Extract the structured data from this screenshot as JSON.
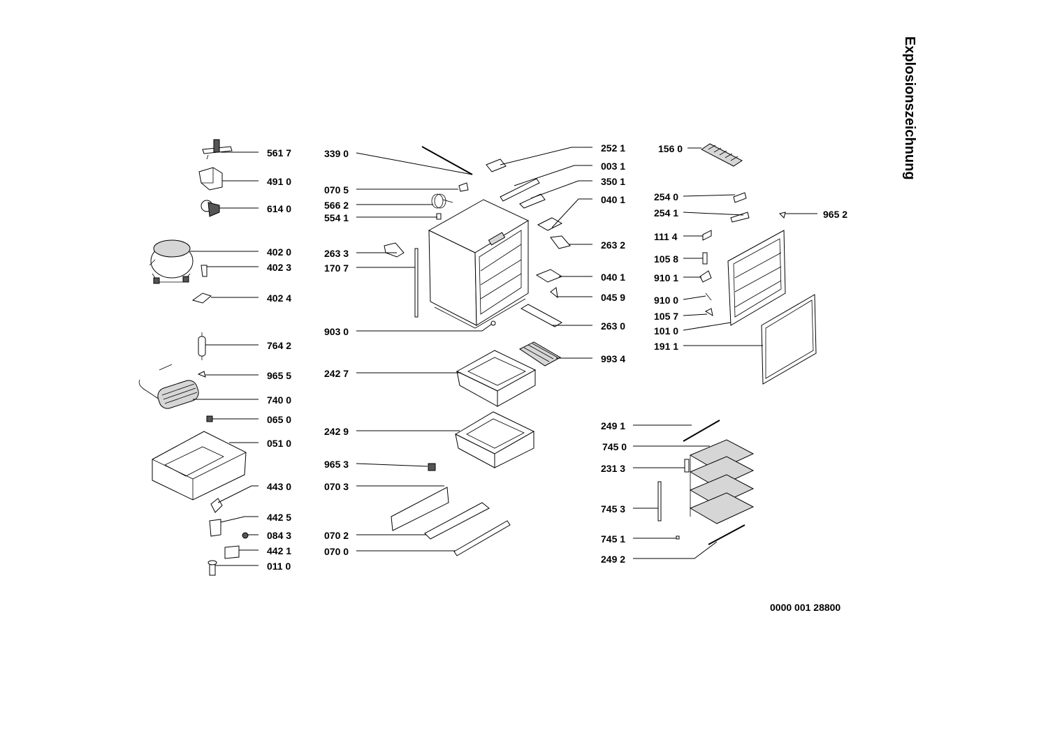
{
  "title": "Explosionszeichnung",
  "document_number": "0000 001 28800",
  "callouts": [
    "561 7",
    "491 0",
    "614 0",
    "402 0",
    "402 3",
    "402 4",
    "764 2",
    "965 5",
    "740 0",
    "065 0",
    "051 0",
    "443 0",
    "442 5",
    "084 3",
    "442 1",
    "011 0",
    "339 0",
    "070 5",
    "566 2",
    "554 1",
    "263 3",
    "170 7",
    "903 0",
    "242 7",
    "242 9",
    "965 3",
    "070 3",
    "070 2",
    "070 0",
    "252 1",
    "003 1",
    "350 1",
    "040 1",
    "263 2",
    "040 1",
    "045 9",
    "263 0",
    "993 4",
    "156 0",
    "254 0",
    "254 1",
    "965 2",
    "111 4",
    "105 8",
    "910 1",
    "910 0",
    "105 7",
    "101 0",
    "191 1",
    "249 1",
    "745 0",
    "231 3",
    "745 3",
    "745 1",
    "249 2"
  ]
}
